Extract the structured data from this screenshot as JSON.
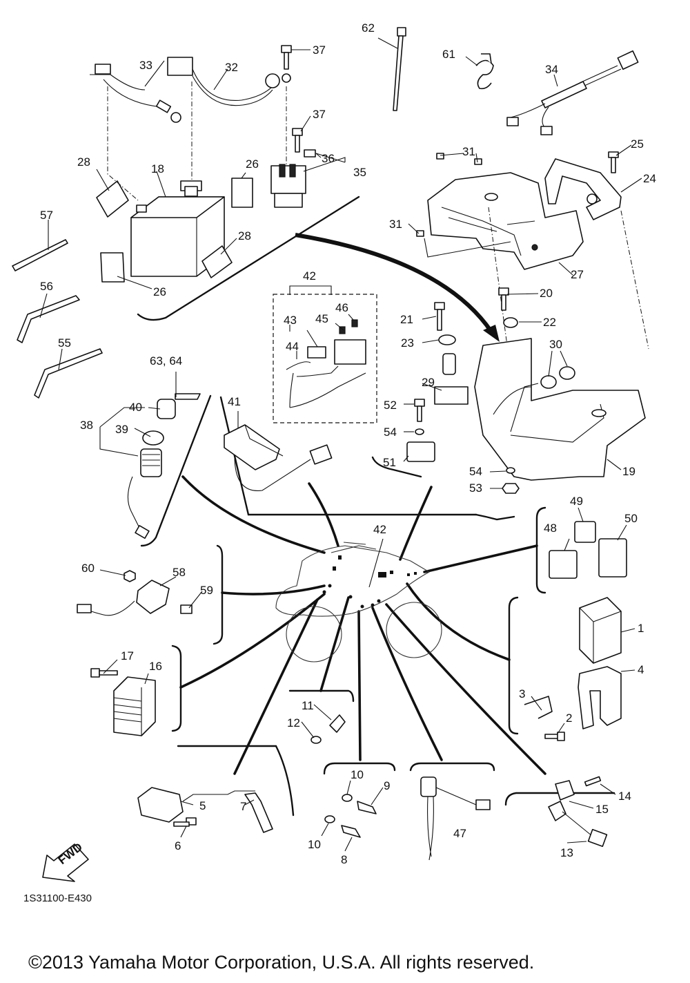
{
  "diagram_code": "1S31100-E430",
  "copyright": "©2013 Yamaha Motor Corporation, U.S.A. All rights reserved.",
  "fwd_label": "FWD",
  "callouts": {
    "c1": "1",
    "c2": "2",
    "c3": "3",
    "c4": "4",
    "c5": "5",
    "c6": "6",
    "c7": "7",
    "c8": "8",
    "c9": "9",
    "c10a": "10",
    "c10b": "10",
    "c11": "11",
    "c12": "12",
    "c13": "13",
    "c14": "14",
    "c15": "15",
    "c16": "16",
    "c17": "17",
    "c18": "18",
    "c19": "19",
    "c20": "20",
    "c21": "21",
    "c22": "22",
    "c23": "23",
    "c24": "24",
    "c25": "25",
    "c26a": "26",
    "c26b": "26",
    "c27": "27",
    "c28a": "28",
    "c28b": "28",
    "c29": "29",
    "c30": "30",
    "c31a": "31",
    "c31b": "31",
    "c32": "32",
    "c33": "33",
    "c34": "34",
    "c35": "35",
    "c36": "36",
    "c37a": "37",
    "c37b": "37",
    "c38": "38",
    "c39": "39",
    "c40": "40",
    "c41": "41",
    "c42a": "42",
    "c42b": "42",
    "c43": "43",
    "c44": "44",
    "c45": "45",
    "c46": "46",
    "c47": "47",
    "c48": "48",
    "c49": "49",
    "c50": "50",
    "c51": "51",
    "c52": "52",
    "c53": "53",
    "c54a": "54",
    "c54b": "54",
    "c55": "55",
    "c56": "56",
    "c57": "57",
    "c58": "58",
    "c59": "59",
    "c60": "60",
    "c61": "61",
    "c62": "62",
    "c6364": "63, 64"
  }
}
